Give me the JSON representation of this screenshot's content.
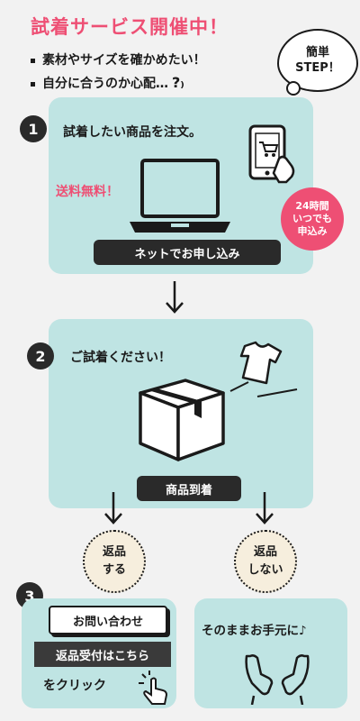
{
  "header": {
    "title": "試着サービス開催中！",
    "bullets": [
      "素材やサイズを確かめたい！",
      "自分に合うのか心配…"
    ],
    "bubble_line1": "簡単",
    "bubble_line2": "STEP！"
  },
  "step1": {
    "number": "1",
    "text": "試着したい商品を注文。",
    "free_shipping": "送料無料！",
    "badge_line1": "24時間",
    "badge_line2": "いつでも",
    "badge_line3": "申込み",
    "label": "ネットでお申し込み"
  },
  "step2": {
    "number": "2",
    "text": "ご試着ください！",
    "label": "商品到着"
  },
  "options": {
    "return_line1": "返品",
    "return_line2": "する",
    "keep_line1": "返品",
    "keep_line2": "しない"
  },
  "step3": {
    "number": "3",
    "inquiry_label": "お問い合わせ",
    "return_button": "返品受付はこちら",
    "click_text": "をクリック",
    "keep_text": "そのままお手元に♪"
  },
  "colors": {
    "accent_pink": "#ee4f74",
    "panel_teal": "#bfe4e3",
    "dark": "#2a2a2a",
    "cream": "#f6eedd"
  }
}
